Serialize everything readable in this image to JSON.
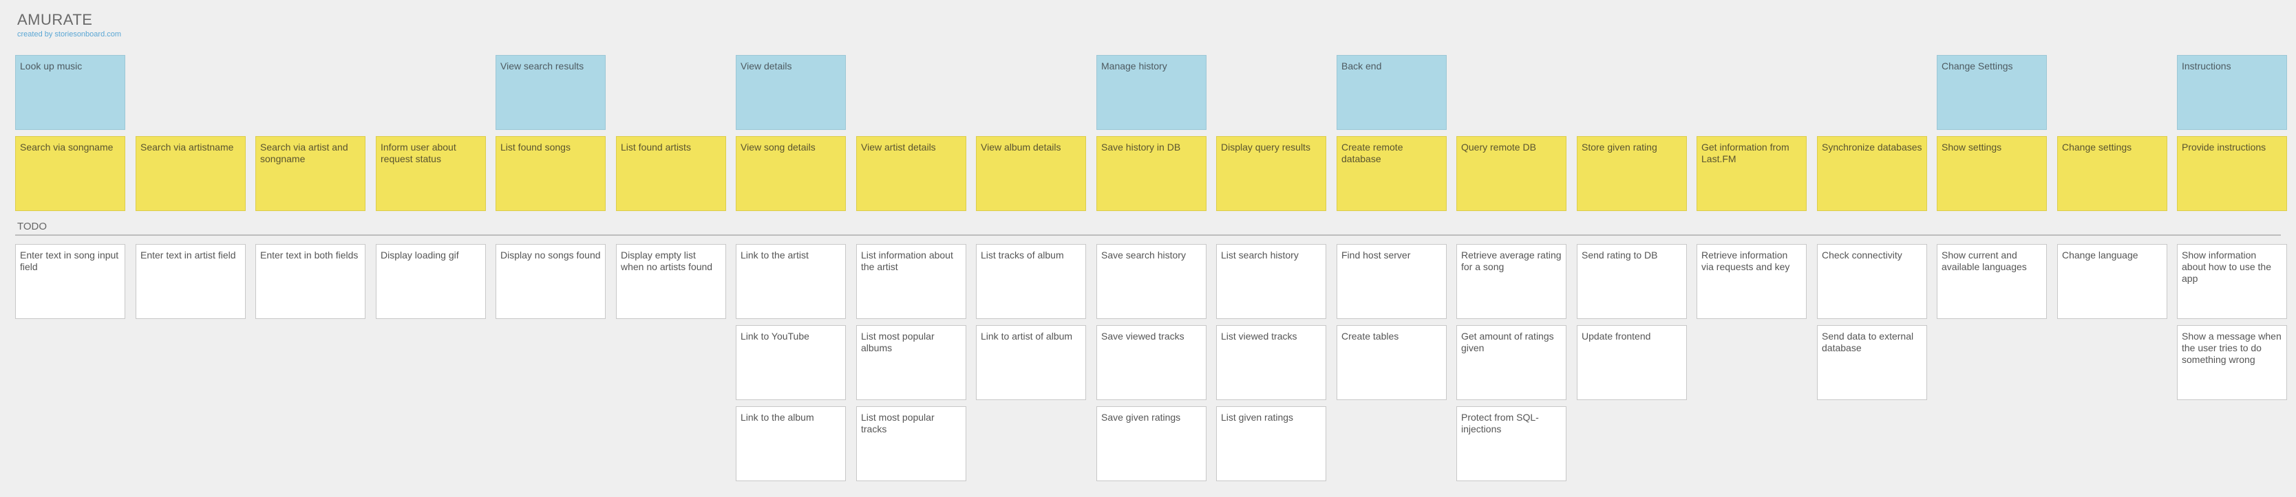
{
  "app": {
    "title": "AMURATE",
    "credit": "created by storiesonboard.com"
  },
  "release": {
    "label": "TODO"
  },
  "columns": [
    {
      "activity": "Look up music",
      "task": "Search via songname",
      "stories": [
        "Enter text in song input field"
      ]
    },
    {
      "activity": "",
      "task": "Search via artistname",
      "stories": [
        "Enter text in artist field"
      ]
    },
    {
      "activity": "",
      "task": "Search via artist and songname",
      "stories": [
        "Enter text in both fields"
      ]
    },
    {
      "activity": "",
      "task": "Inform user about request status",
      "stories": [
        "Display loading gif"
      ]
    },
    {
      "activity": "View search results",
      "task": "List found songs",
      "stories": [
        "Display no songs found"
      ]
    },
    {
      "activity": "",
      "task": "List found artists",
      "stories": [
        "Display empty list when no artists found"
      ]
    },
    {
      "activity": "View details",
      "task": "View song details",
      "stories": [
        "Link to the artist",
        "Link to YouTube",
        "Link to the album"
      ]
    },
    {
      "activity": "",
      "task": "View artist details",
      "stories": [
        "List information about the artist",
        "List most popular albums",
        "List most popular tracks"
      ]
    },
    {
      "activity": "",
      "task": "View album details",
      "stories": [
        "List tracks of album",
        "Link to artist of album"
      ]
    },
    {
      "activity": "Manage history",
      "task": "Save history in DB",
      "stories": [
        "Save search history",
        "Save viewed tracks",
        "Save given ratings"
      ]
    },
    {
      "activity": "",
      "task": "Display query results",
      "stories": [
        "List search history",
        "List viewed tracks",
        "List given ratings"
      ]
    },
    {
      "activity": "Back end",
      "task": "Create remote database",
      "stories": [
        "Find host server",
        "Create tables"
      ]
    },
    {
      "activity": "",
      "task": "Query remote DB",
      "stories": [
        "Retrieve average rating for a song",
        "Get amount of ratings given",
        "Protect from SQL-injections"
      ]
    },
    {
      "activity": "",
      "task": "Store given rating",
      "stories": [
        "Send rating to DB",
        "Update frontend"
      ]
    },
    {
      "activity": "",
      "task": "Get information from Last.FM",
      "stories": [
        "Retrieve information via requests and key"
      ]
    },
    {
      "activity": "",
      "task": "Synchronize databases",
      "stories": [
        "Check connectivity",
        "Send data to external database"
      ]
    },
    {
      "activity": "Change Settings",
      "task": "Show settings",
      "stories": [
        "Show current and available languages"
      ]
    },
    {
      "activity": "",
      "task": "Change settings",
      "stories": [
        "Change language"
      ]
    },
    {
      "activity": "Instructions",
      "task": "Provide instructions",
      "stories": [
        "Show information about how to use the app",
        "Show a message when the user tries to do something wrong"
      ]
    }
  ]
}
